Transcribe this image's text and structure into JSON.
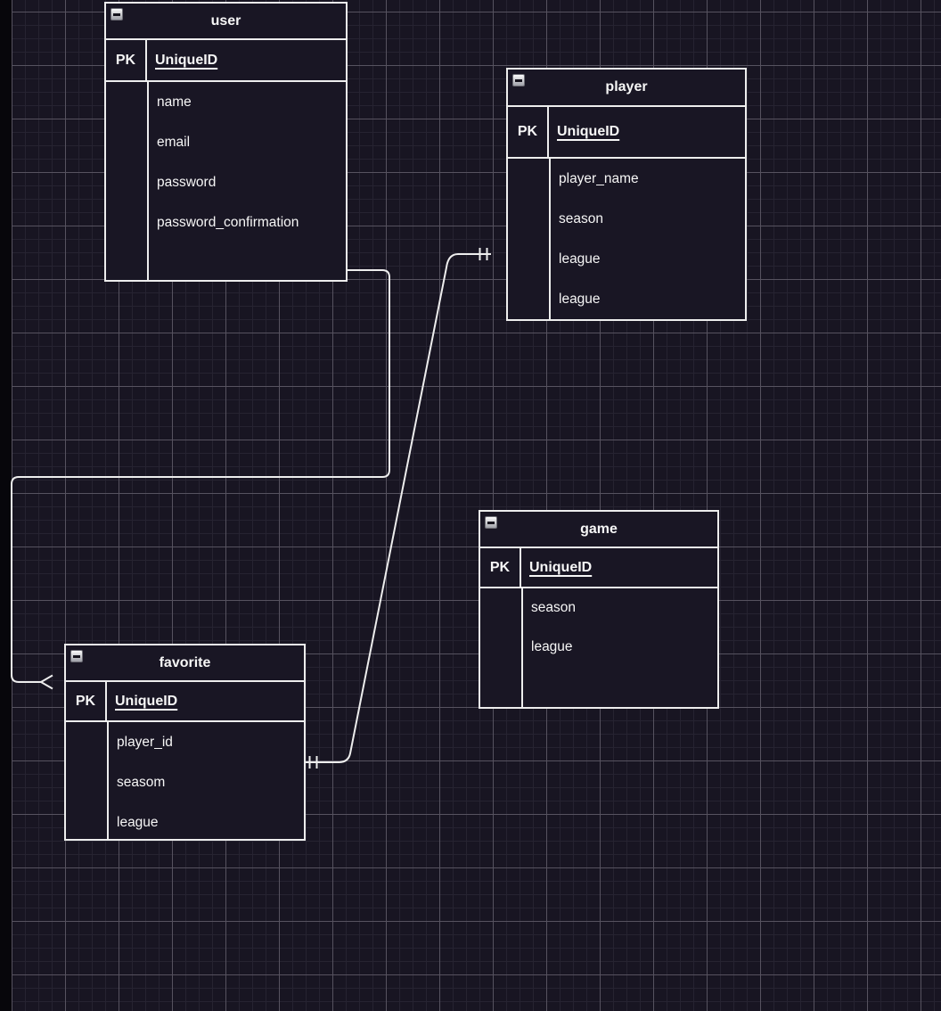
{
  "canvas": {
    "background": "#181522",
    "minor_grid_color": "#262331",
    "major_grid_color": "#56525f",
    "edge_strip_color": "#07060b",
    "table_fill": "#191624",
    "line_color": "#ededed",
    "text_color": "#f6f6f6"
  },
  "icons": {
    "collapse": "minus-square-button"
  },
  "entities": [
    {
      "name": "user",
      "pk_label": "PK",
      "pk_field": "UniqueID",
      "fields": [
        "name",
        "email",
        "password",
        "password_confirmation"
      ]
    },
    {
      "name": "player",
      "pk_label": "PK",
      "pk_field": "UniqueID",
      "fields": [
        "player_name",
        "season",
        "league",
        "league"
      ]
    },
    {
      "name": "game",
      "pk_label": "PK",
      "pk_field": "UniqueID",
      "fields": [
        "season",
        "league"
      ]
    },
    {
      "name": "favorite",
      "pk_label": "PK",
      "pk_field": "UniqueID",
      "fields": [
        "player_id",
        "seasom",
        "league"
      ]
    }
  ],
  "relationships": [
    {
      "from": "user",
      "to": "favorite",
      "from_end": "plain",
      "to_end": "many-crows-foot"
    },
    {
      "from": "favorite",
      "to": "player",
      "from_end": "one-double-tick",
      "to_end": "one-double-tick"
    }
  ]
}
